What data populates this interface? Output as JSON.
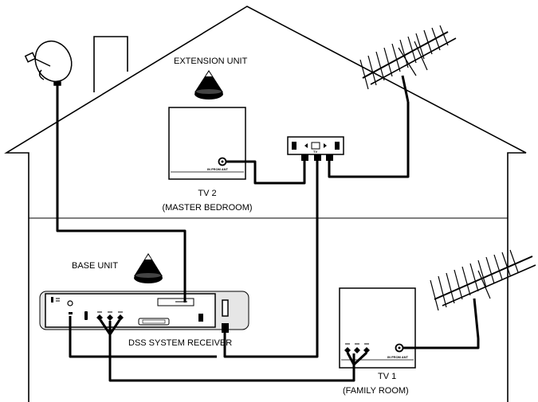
{
  "labels": {
    "extension_unit": "EXTENSION UNIT",
    "base_unit": "BASE UNIT",
    "tv2": "TV 2",
    "tv2_room": "(MASTER BEDROOM)",
    "tv1": "TV 1",
    "tv1_room": "(FAMILY ROOM)",
    "receiver": "DSS SYSTEM RECEIVER",
    "tv2_input": "IN FROM ANT",
    "tv1_input": "IN FROM ANT",
    "splitter_mark": "TV"
  },
  "colors": {
    "line": "#000000",
    "background": "#ffffff",
    "receiver_body": "#e6e6e6",
    "receiver_face": "#ffffff"
  },
  "icons": [
    "satellite-dish-icon",
    "roof-antenna-icon",
    "attic-antenna-icon",
    "remote-unit-icon"
  ]
}
